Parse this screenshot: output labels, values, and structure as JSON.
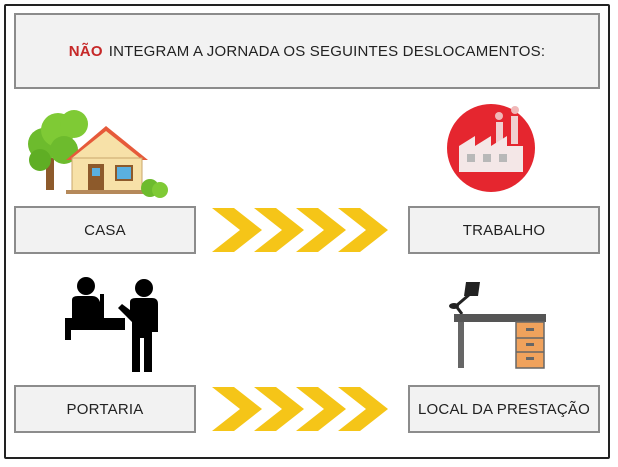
{
  "header": {
    "emphasis": "NÃO",
    "text": "INTEGRAM A JORNADA OS SEGUINTES DESLOCAMENTOS:"
  },
  "row1": {
    "from_label": "CASA",
    "to_label": "TRABALHO",
    "from_icon": "house-icon",
    "to_icon": "factory-icon"
  },
  "row2": {
    "from_label": "PORTARIA",
    "to_label": "LOCAL DA PRESTAÇÃO",
    "from_icon": "reception-desk-icon",
    "to_icon": "desk-lamp-icon"
  },
  "colors": {
    "arrow": "#f5c518",
    "emphasis": "#c62828",
    "factory": "#e5262f",
    "box_fill": "#f2f2f2",
    "box_border": "#8c8c8c"
  }
}
